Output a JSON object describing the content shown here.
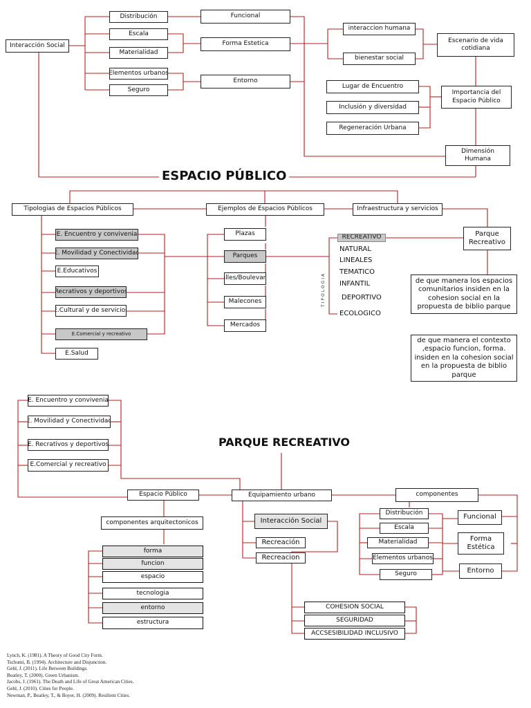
{
  "colors": {
    "connector": "#b91c1c",
    "box_border": "#222222",
    "highlight_dark": "#c8c8c8",
    "highlight_light": "#e4e4e4"
  },
  "titles": {
    "espacio_publico": "ESPACIO PÚBLICO",
    "parque_recreativo": "PARQUE RECREATIVO"
  },
  "top_section": {
    "interaccion_social": "Interacción Social",
    "factors": [
      "Distribución",
      "Escala",
      "Materialidad",
      "Elementos urbanos",
      "Seguro"
    ],
    "qualities": [
      "Funcional",
      "Forma  Estetica",
      "Entorno"
    ],
    "human": [
      "interaccion humana",
      "bienestar social"
    ],
    "places": [
      "Lugar de Encuentro",
      "Inclusión y diversidad",
      "Regeneración Urbana"
    ],
    "escenario": "Escenario de vida cotidiana",
    "importancia": "Importancia del Espacio Público",
    "dimension": "Dimensión Humana"
  },
  "middle_section": {
    "headers": [
      "Tipologias de Espacios Públicos",
      "Ejemplos de Espacios Públicos",
      "Infraestructura y servicios"
    ],
    "tipologias": [
      "E. Encuentro y convivenia",
      "E. Movilidad y Conectividad",
      "E.Educativos",
      "Recrativos y deportivos",
      "E.Cultural y de servicios",
      "E.Comercial y recreativo",
      "E.Salud"
    ],
    "ejemplos": [
      "Plazas",
      "Parques",
      "Calles/Boulevards",
      "Malecones",
      "Mercados"
    ],
    "tipologia_label": "TIPOLOGIA",
    "tipologia_items": [
      "RECREATIVO",
      "NATURAL",
      "LINEALES",
      "TEMATICO",
      "INFANTIL",
      "DEPORTIVO",
      "ECOLOGICO"
    ],
    "parque_recreativo": "Parque Recreativo",
    "question1": "de que manera los espacios comunitarios insiden en la cohesion social en la propuesta de biblio parque",
    "question2": "de que manera el contexto ,espacio funcion, forma. insiden en la cohesion social en la propuesta de biblio parque"
  },
  "bottom_section": {
    "left_list": [
      "E. Encuentro y convivenia",
      "E. Movilidad y Conectividad",
      "E. Recrativos y deportivos",
      "E.Comercial y recreativo"
    ],
    "espacio_publico": "Espacio Público",
    "equipamiento": "Equipamiento urbano",
    "componentes": "componentes",
    "componentes_arq": "componentes arquitectonicos",
    "arq_items": [
      "forma",
      "funcion",
      "espacio",
      "tecnologia",
      "entorno",
      "estructura"
    ],
    "interaccion_social": "Interacción Social",
    "recreacion": [
      "Recreación",
      "Recreacion"
    ],
    "outcomes": [
      "COHESION SOCIAL",
      "SEGURIDAD",
      "ACCSESIBILIDAD INCLUSIVO"
    ],
    "comp_factors": [
      "Distribución",
      "Escala",
      "Materialidad",
      "Elementos urbanos",
      "Seguro"
    ],
    "comp_qualities": [
      "Funcional",
      "Forma Estética",
      "Entorno"
    ]
  },
  "references": [
    "Lynch, K. (1981). A Theory of Good City Form.",
    "Tschumi, B. (1994). Architecture and Disjunction.",
    "Gehl, J. (2011). Life Between Buildings.",
    "Beatley, T. (2000). Green Urbanism.",
    "Jacobs, J. (1961). The Death and Life of Great American Cities.",
    "Gehl, J. (2010). Cities for People.",
    "Newman, P., Beatley, T., & Boyer, H. (2009). Resilient Cities."
  ]
}
